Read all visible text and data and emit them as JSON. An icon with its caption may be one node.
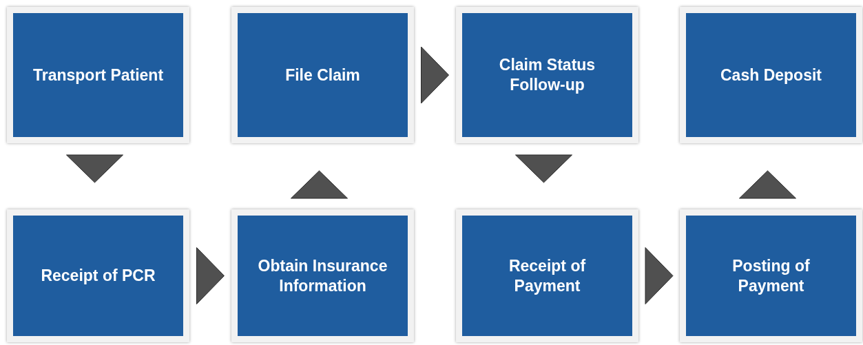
{
  "diagram": {
    "nodes": [
      {
        "text": [
          "Transport Patient"
        ]
      },
      {
        "text": [
          "File Claim"
        ]
      },
      {
        "text": [
          "Claim Status Follow-up"
        ]
      },
      {
        "text": [
          "Cash Deposit"
        ]
      },
      {
        "text": [
          "Receipt of PCR"
        ]
      },
      {
        "text": [
          "Obtain Insurance Information"
        ]
      },
      {
        "text": [
          "Receipt of Payment"
        ]
      },
      {
        "text": [
          "Posting of Payment"
        ]
      }
    ],
    "edges": [
      {
        "from": 0,
        "to": 4,
        "arrow": "to"
      },
      {
        "from": 4,
        "to": 5,
        "arrow": "to"
      },
      {
        "from": 5,
        "to": 1,
        "arrow": "to"
      },
      {
        "from": 1,
        "to": 2,
        "arrow": "to"
      },
      {
        "from": 2,
        "to": 6,
        "arrow": "to"
      },
      {
        "from": 6,
        "to": 7,
        "arrow": "to"
      },
      {
        "from": 7,
        "to": 3,
        "arrow": "to"
      }
    ]
  }
}
